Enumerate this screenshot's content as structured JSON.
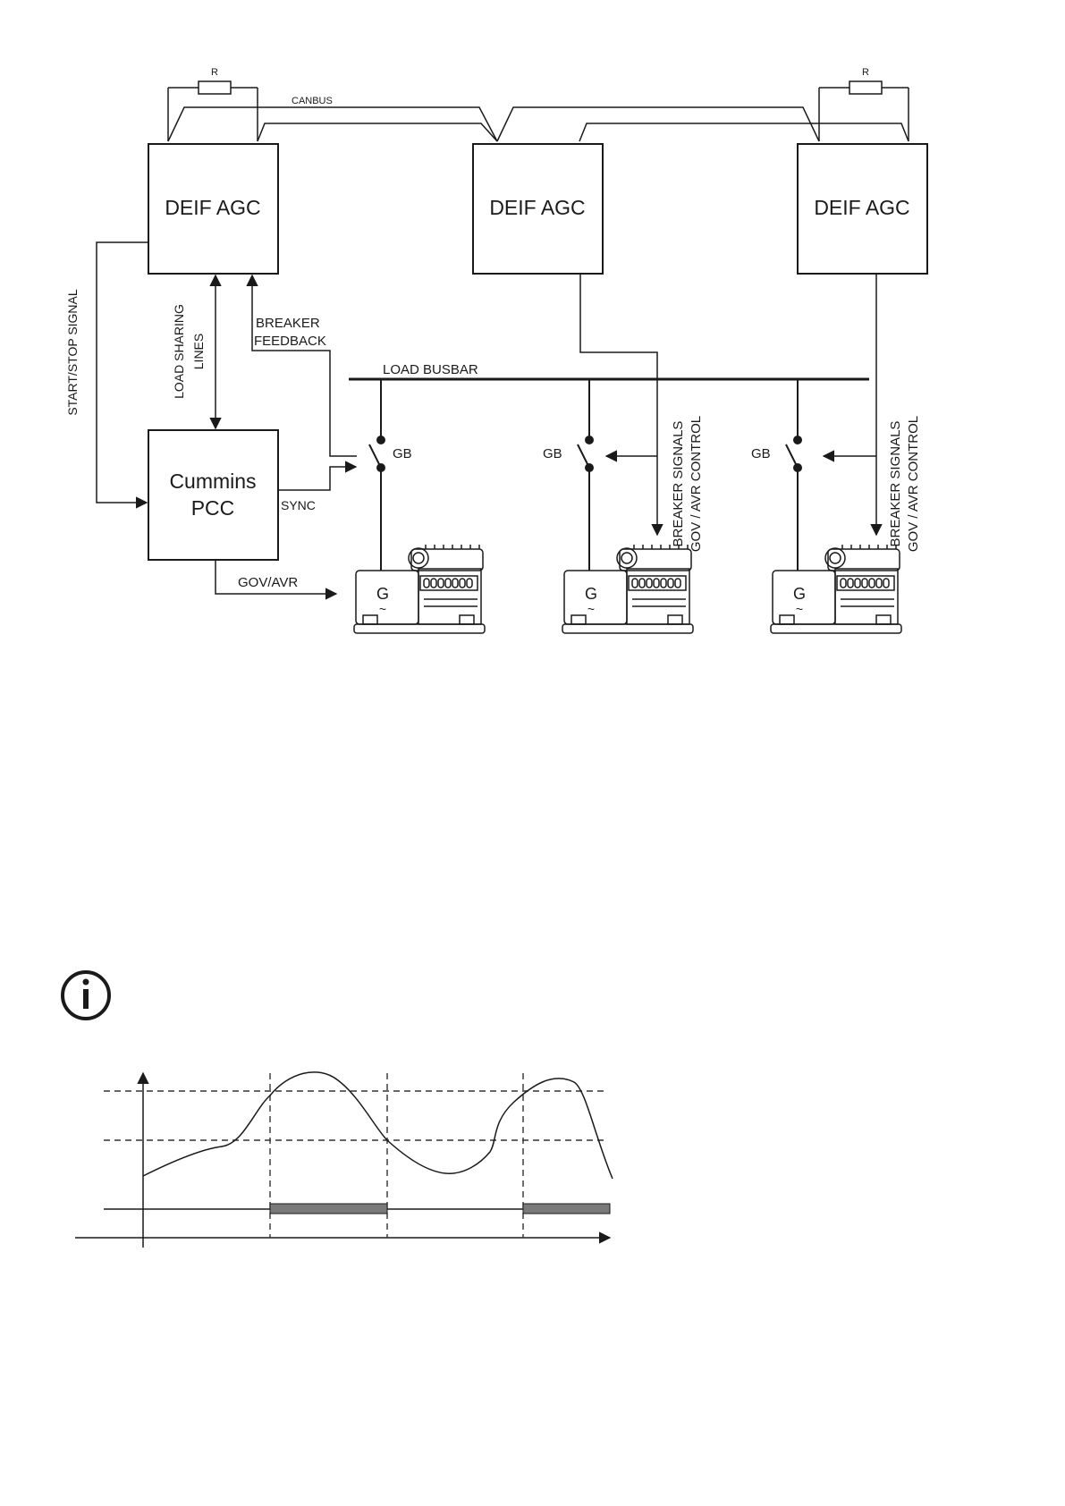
{
  "system_diagram": {
    "resistor_label": "R",
    "canbus_label": "CANBUS",
    "controller_label": "DEIF AGC",
    "pcc_label_line1": "Cummins",
    "pcc_label_line2": "PCC",
    "start_stop_label": "START/STOP SIGNAL",
    "load_sharing_line1": "LOAD SHARING",
    "load_sharing_line2": "LINES",
    "breaker_feedback_line1": "BREAKER",
    "breaker_feedback_line2": "FEEDBACK",
    "load_busbar_label": "LOAD BUSBAR",
    "gb_label": "GB",
    "sync_label": "SYNC",
    "gov_avr_label": "GOV/AVR",
    "breaker_signals_line1": "BREAKER SIGNALS",
    "breaker_signals_line2": "GOV / AVR CONTROL",
    "generator_symbol": "G",
    "generator_tilde": "~"
  },
  "info_note": {
    "icon": "info-circle-icon"
  },
  "timing_diagram": {
    "description_icon": "none",
    "has_text": false
  }
}
